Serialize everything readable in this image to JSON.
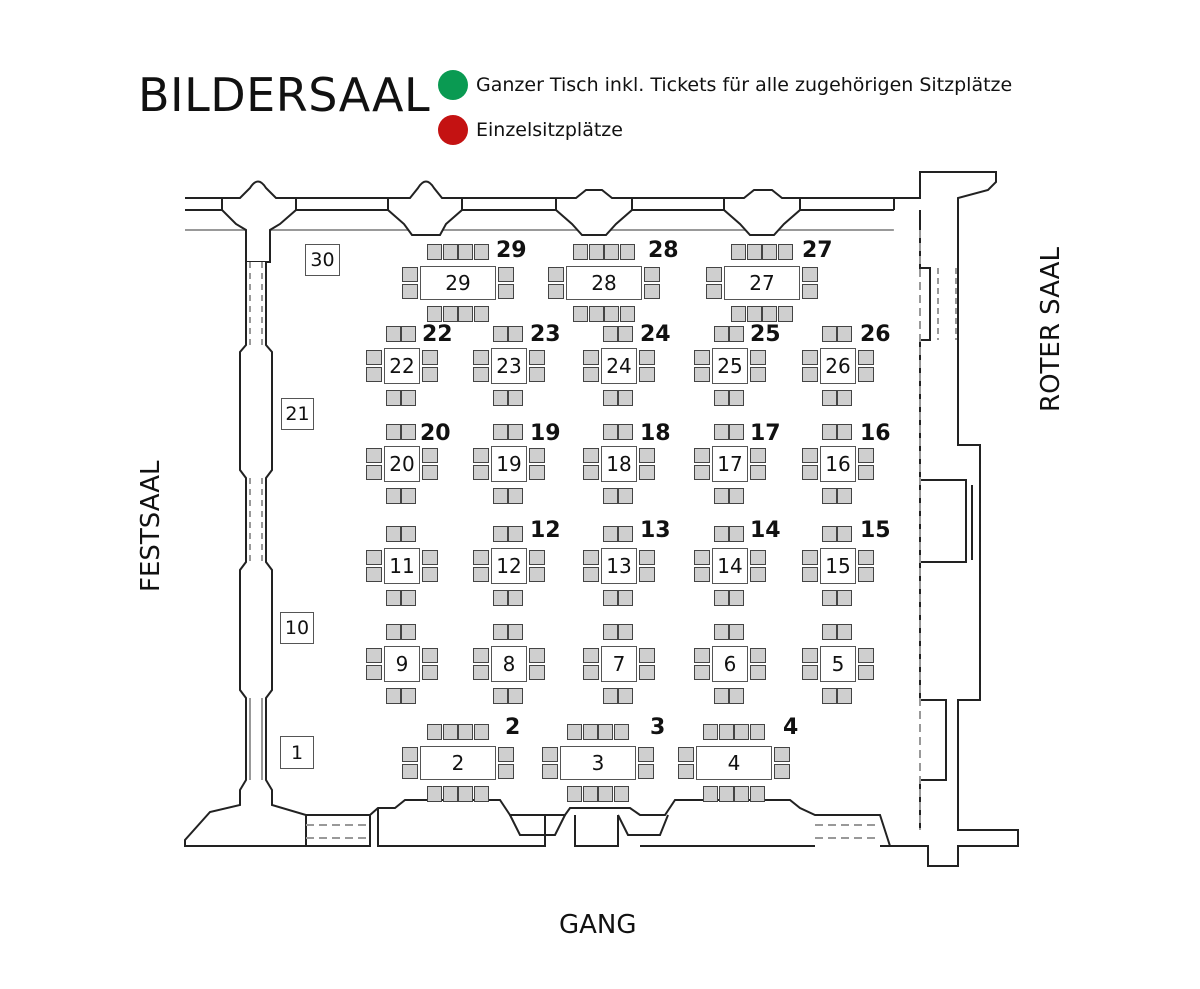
{
  "title": "BILDERSAAL",
  "legend": [
    {
      "label": "Ganzer Tisch inkl. Tickets für alle zugehörigen Sitzplätze",
      "color": "#0a9a52"
    },
    {
      "label": "Einzelsitzplätze",
      "color": "#c41212"
    }
  ],
  "rooms": {
    "left": "FESTSAAL",
    "right": "ROTER SAAL",
    "bottom": "GANG"
  },
  "tables": [
    {
      "id": "29",
      "label": "29"
    },
    {
      "id": "28",
      "label": "28"
    },
    {
      "id": "27",
      "label": "27"
    },
    {
      "id": "22",
      "label": "22"
    },
    {
      "id": "23",
      "label": "23"
    },
    {
      "id": "24",
      "label": "24"
    },
    {
      "id": "25",
      "label": "25"
    },
    {
      "id": "26",
      "label": "26"
    },
    {
      "id": "20",
      "label": "20"
    },
    {
      "id": "19",
      "label": "19"
    },
    {
      "id": "18",
      "label": "18"
    },
    {
      "id": "17",
      "label": "17"
    },
    {
      "id": "16",
      "label": "16"
    },
    {
      "id": "11",
      "label": "11"
    },
    {
      "id": "12",
      "label": "12"
    },
    {
      "id": "13",
      "label": "13"
    },
    {
      "id": "14",
      "label": "14"
    },
    {
      "id": "15",
      "label": "15"
    },
    {
      "id": "9",
      "label": "9"
    },
    {
      "id": "8",
      "label": "8"
    },
    {
      "id": "7",
      "label": "7"
    },
    {
      "id": "6",
      "label": "6"
    },
    {
      "id": "5",
      "label": "5"
    },
    {
      "id": "2",
      "label": "2"
    },
    {
      "id": "3",
      "label": "3"
    },
    {
      "id": "4",
      "label": "4"
    }
  ],
  "table_numbers": [
    "29",
    "28",
    "27",
    "22",
    "23",
    "24",
    "25",
    "26",
    "20",
    "19",
    "18",
    "17",
    "16",
    "12",
    "13",
    "14",
    "15",
    "2",
    "3",
    "4"
  ],
  "side_tables": [
    "30",
    "21",
    "10",
    "1"
  ]
}
